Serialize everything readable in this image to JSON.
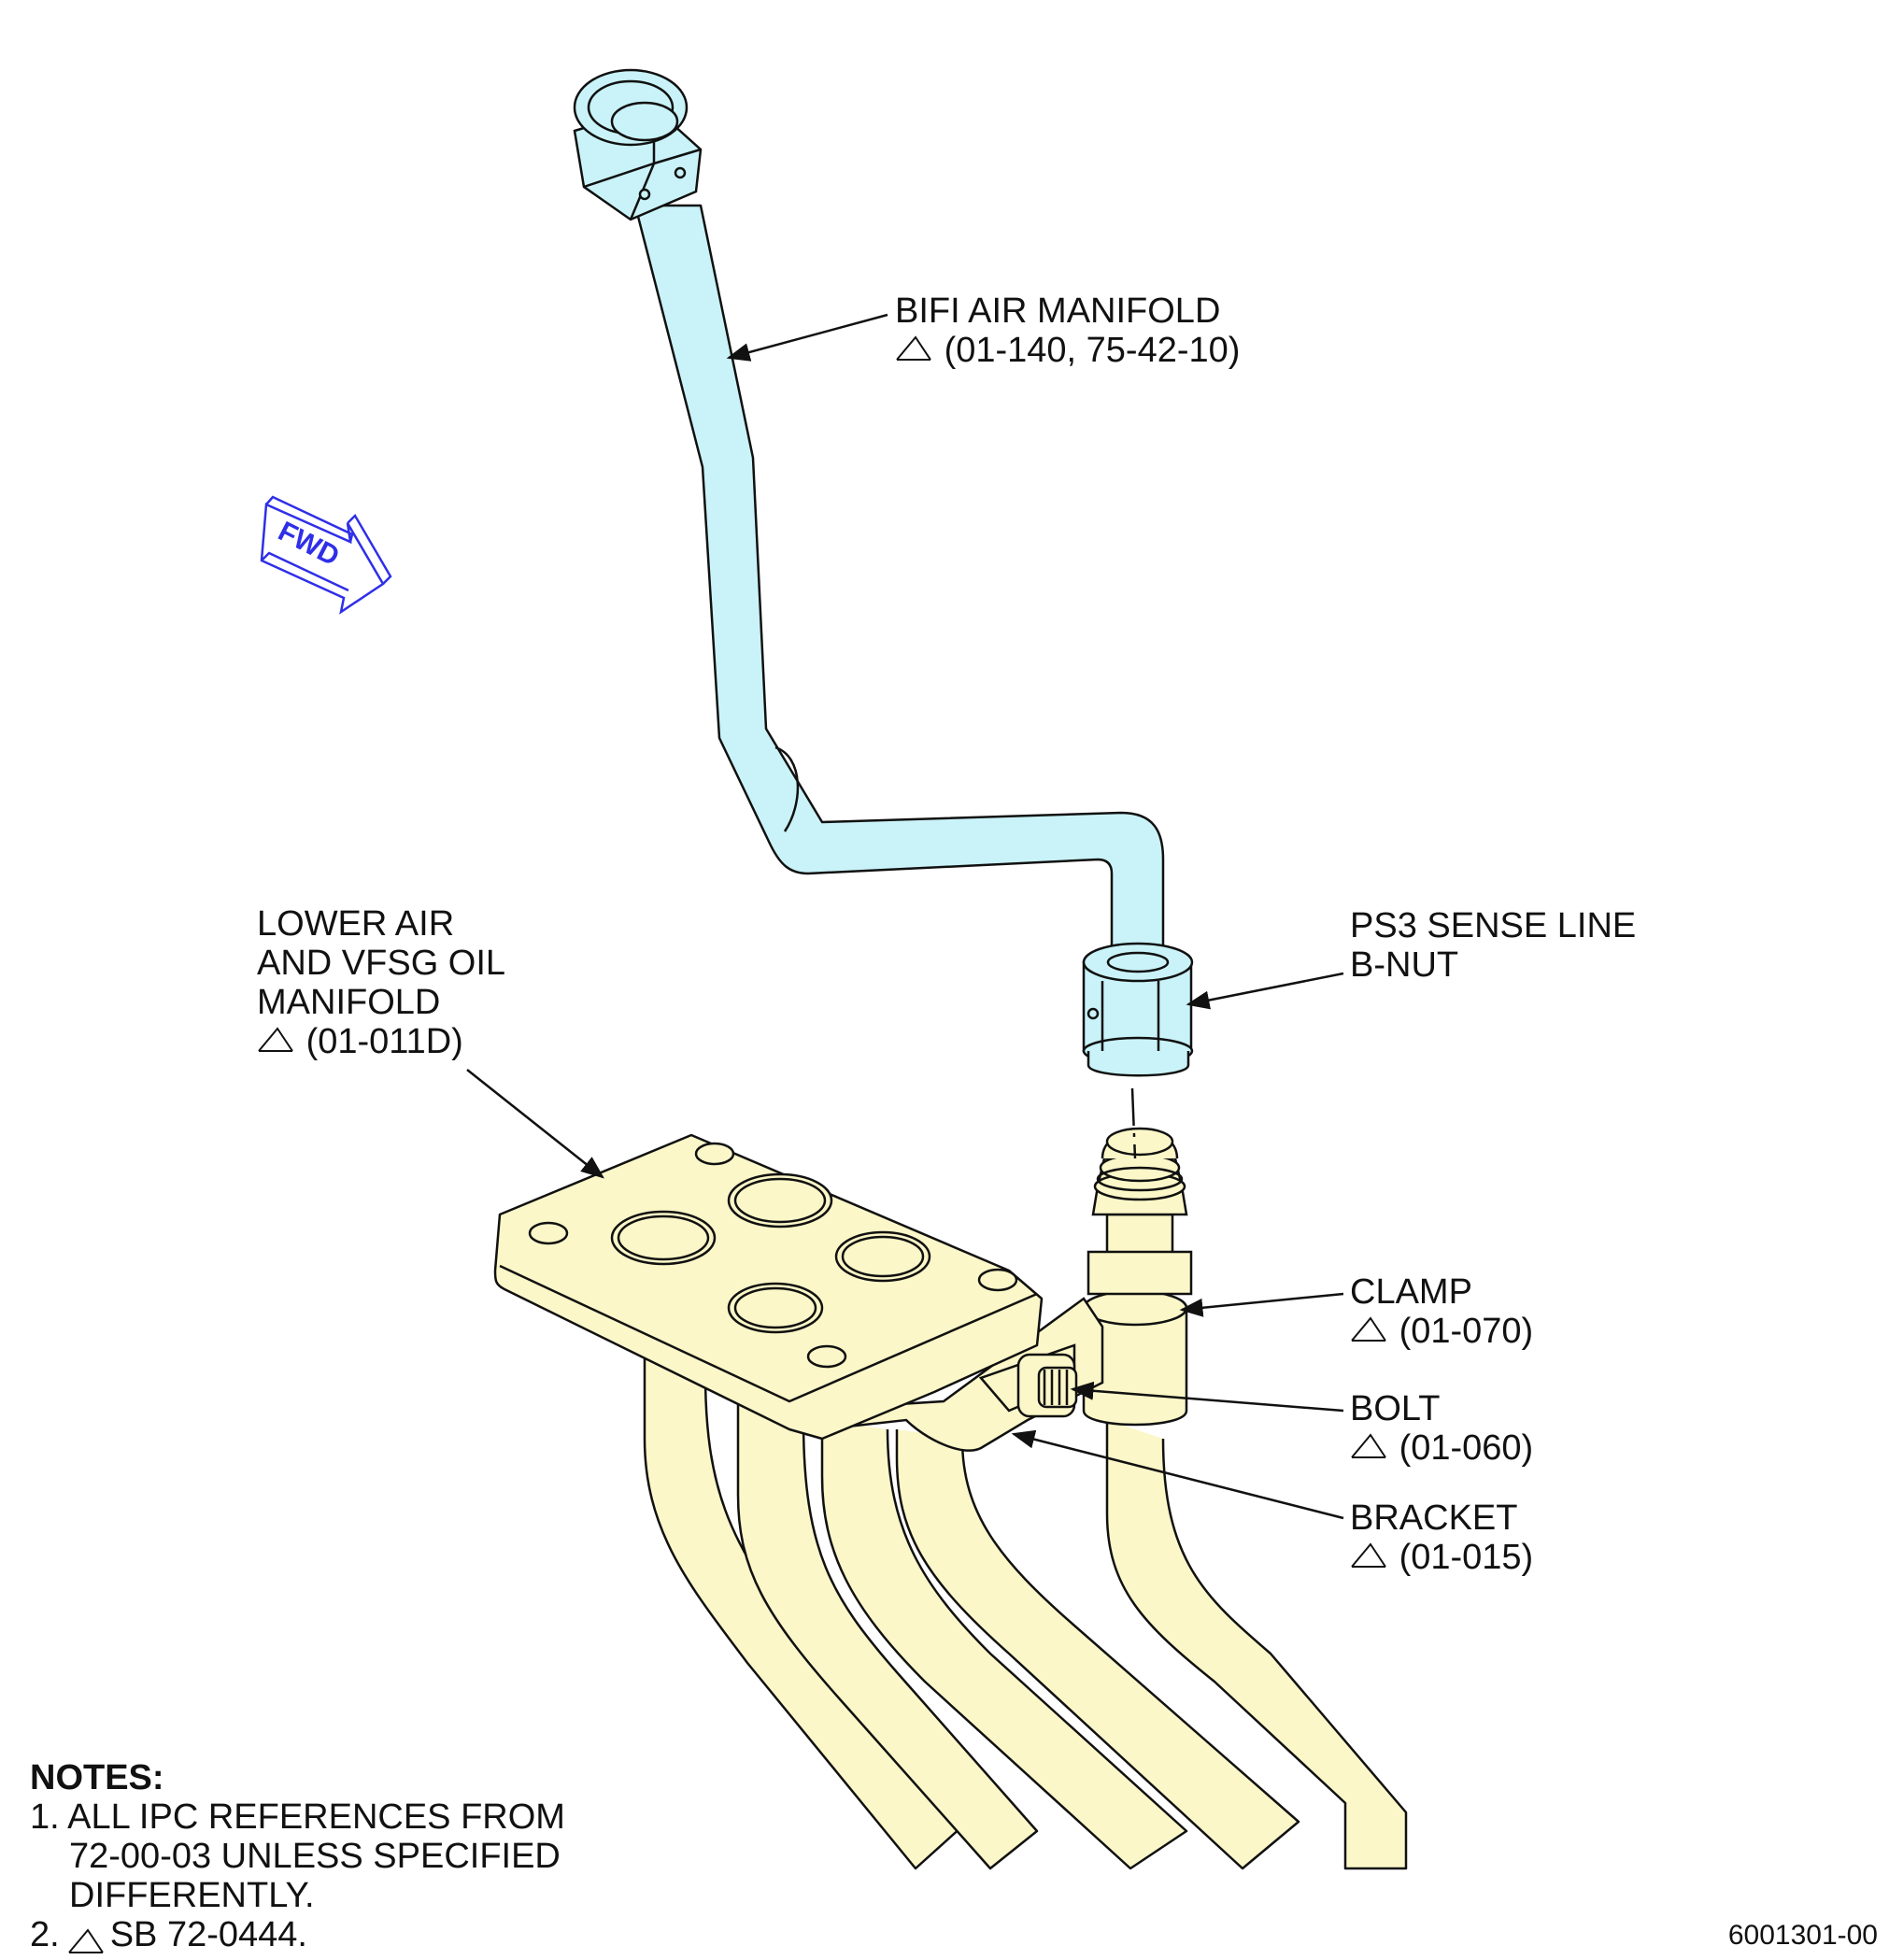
{
  "colors": {
    "tube_blue": "#c9f3f8",
    "manifold_yellow": "#fbf7c8",
    "line": "#111111",
    "fwd_blue": "#2f2fe8"
  },
  "fwd_label": "FWD",
  "labels": {
    "bifi": {
      "line1": "BIFI AIR MANIFOLD",
      "ref": "(01-140, 75-42-10)"
    },
    "lower": {
      "line1": "LOWER AIR",
      "line2": "AND VFSG OIL",
      "line3": "MANIFOLD",
      "ref": "(01-011D)"
    },
    "ps3": {
      "line1": "PS3 SENSE LINE",
      "line2": "B-NUT"
    },
    "clamp": {
      "line1": "CLAMP",
      "ref": "(01-070)"
    },
    "bolt": {
      "line1": "BOLT",
      "ref": "(01-060)"
    },
    "bracket": {
      "line1": "BRACKET",
      "ref": "(01-015)"
    }
  },
  "notes": {
    "title": "NOTES:",
    "n1_a": "1. ALL IPC REFERENCES FROM",
    "n1_b": "72-00-03 UNLESS SPECIFIED",
    "n1_c": "DIFFERENTLY.",
    "n2": "SB 72-0444.",
    "n2_num": "2."
  },
  "figure_number": "6001301-00"
}
